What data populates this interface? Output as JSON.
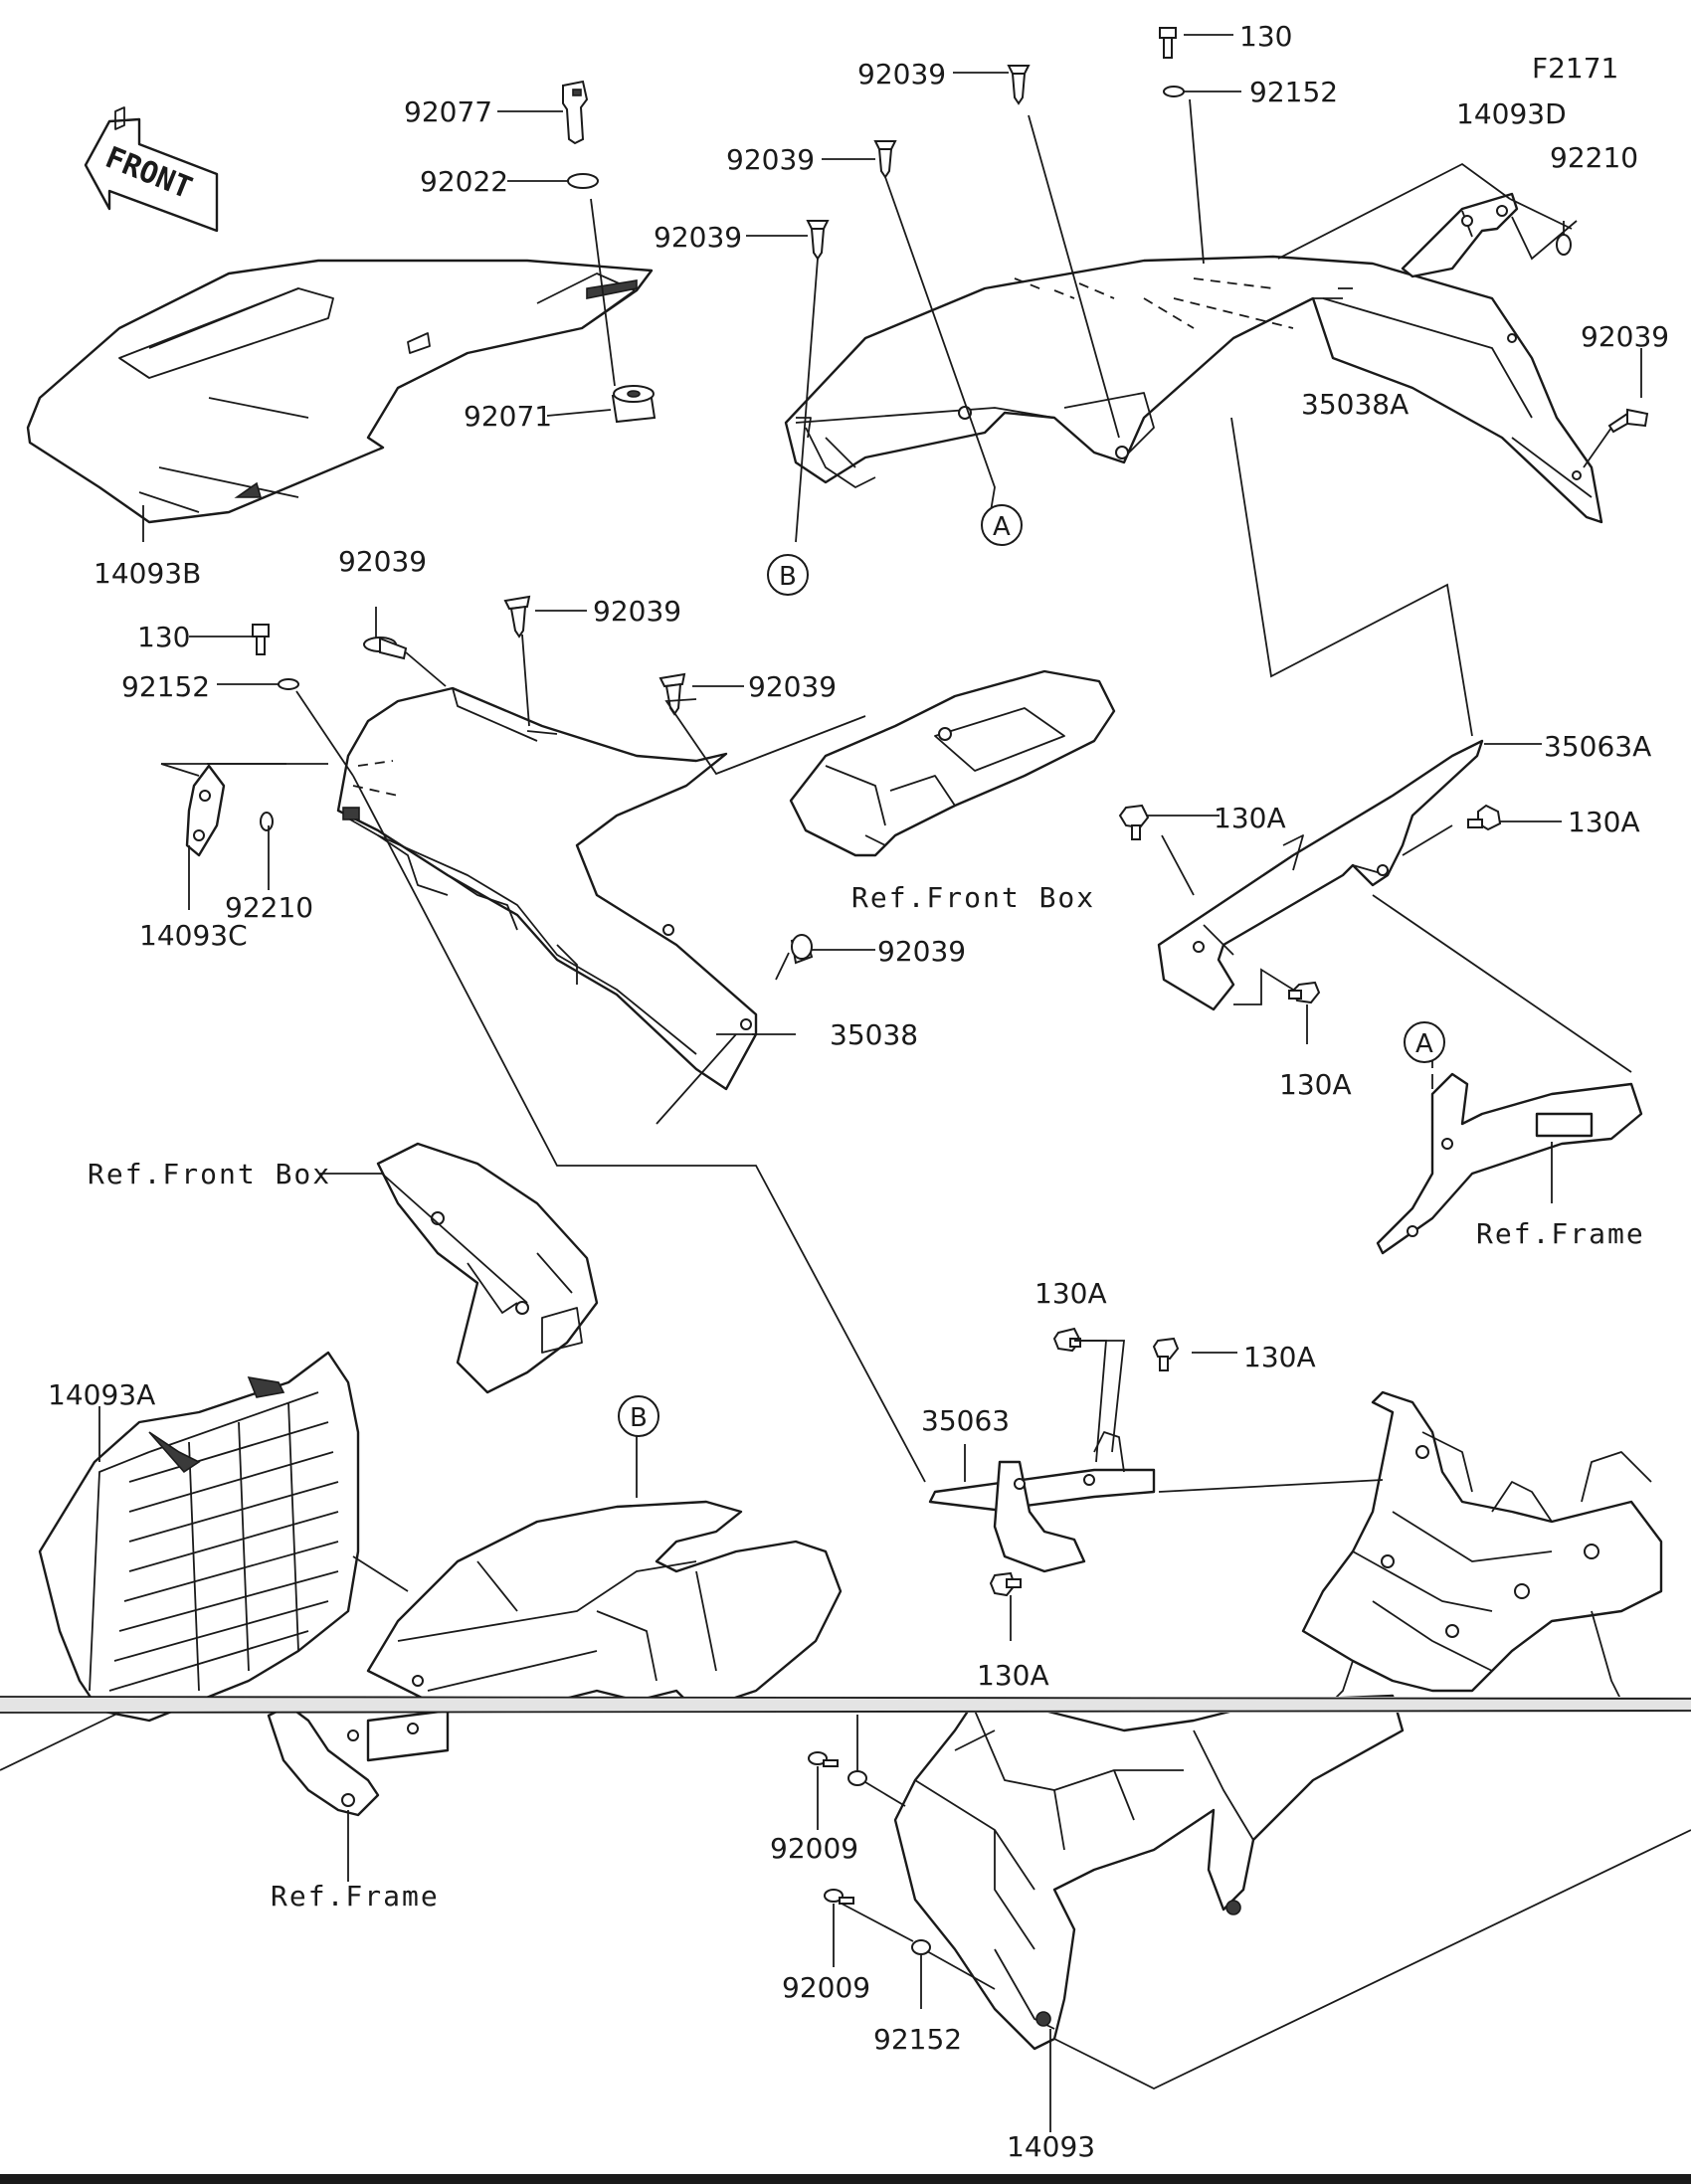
{
  "figure_code": "F2171",
  "front_arrow_label": "FRONT",
  "callouts": {
    "A": "A",
    "B": "B"
  },
  "part_labels": {
    "l_130_top": "130",
    "l_92039_top_a": "92039",
    "l_92152_top": "92152",
    "l_92039_top_b": "92039",
    "l_14093D": "14093D",
    "l_92210_top": "92210",
    "l_92039_top_c": "92039",
    "l_92039_right": "92039",
    "l_35038A": "35038A",
    "l_92077": "92077",
    "l_92022": "92022",
    "l_92071": "92071",
    "l_14093B": "14093B",
    "l_92039_mid_a": "92039",
    "l_92039_mid_b": "92039",
    "l_92039_mid_c": "92039",
    "l_130_left": "130",
    "l_92152_left": "92152",
    "l_92210_left": "92210",
    "l_14093C": "14093C",
    "l_92039_mid_d": "92039",
    "l_35038": "35038",
    "l_35063A": "35063A",
    "l_130A_a": "130A",
    "l_130A_b": "130A",
    "l_130A_c": "130A",
    "l_130A_d": "130A",
    "l_130A_e": "130A",
    "l_130A_f": "130A",
    "l_35063": "35063",
    "l_14093A": "14093A",
    "l_92009_a": "92009",
    "l_92009_b": "92009",
    "l_92152_bottom": "92152",
    "l_14093": "14093"
  },
  "reference_labels": {
    "ref_front_box_top": "Ref.Front Box",
    "ref_front_box_left": "Ref.Front Box",
    "ref_frame_right": "Ref.Frame",
    "ref_frame_bottom": "Ref.Frame"
  }
}
